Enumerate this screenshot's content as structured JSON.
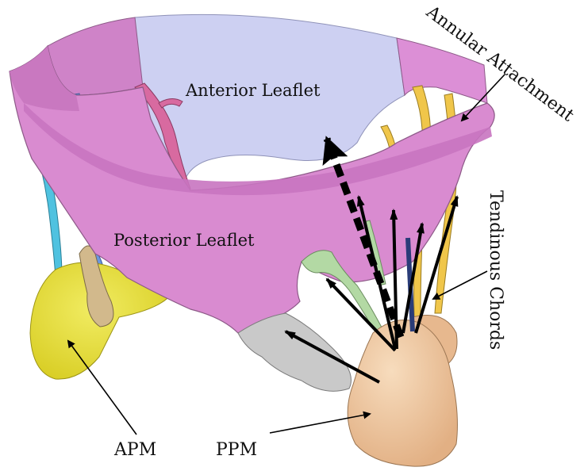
{
  "labels": {
    "anterior_leaflet": "Anterior Leaflet",
    "posterior_leaflet": "Posterior Leaflet",
    "annular_attachment": "Annular Attachment",
    "tendinous_chords": "Tendinous Chords",
    "apm": "APM",
    "ppm": "PPM"
  },
  "colors": {
    "annulus": "#d98bd0",
    "anterior_leaflet": "#cdd0f2",
    "apm": "#e9e23a",
    "ppm": "#f1c9a1",
    "chord_pink": "#d86aa0",
    "chord_yellow": "#f0c64a",
    "chord_blue": "#6a96e0",
    "chord_cyan": "#4fc2e0",
    "chord_green": "#b3d9a4",
    "chord_gray": "#c9c9c9",
    "arrow": "#000000"
  }
}
